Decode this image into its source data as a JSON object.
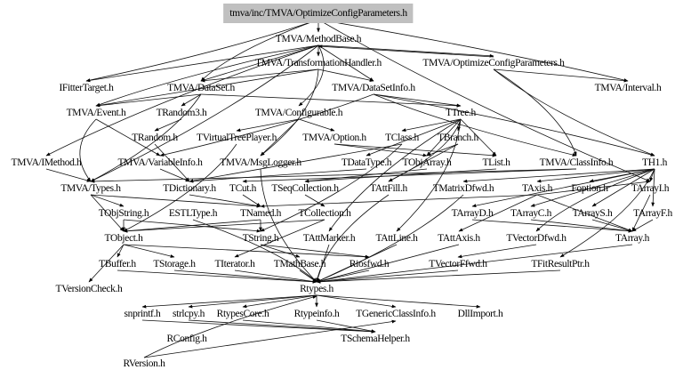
{
  "title": "tmva/inc/TMVA/OptimizeConfigParameters.h",
  "nodes": [
    "tmva/inc/TMVA/OptimizeConfigParameters.h",
    "TMVA/MethodBase.h",
    "TMVA/TransformationHandler.h",
    "TMVA/OptimizeConfigParameters.h",
    "IFitterTarget.h",
    "TMVA/DataSet.h",
    "TMVA/DataSetInfo.h",
    "TMVA/Interval.h",
    "TMVA/Event.h",
    "TRandom3.h",
    "TMVA/Configurable.h",
    "TTree.h",
    "TRandom.h",
    "TVirtualTreePlayer.h",
    "TMVA/Option.h",
    "TClass.h",
    "TBranch.h",
    "TMVA/IMethod.h",
    "TMVA/VariableInfo.h",
    "TMVA/MsgLogger.h",
    "TDataType.h",
    "TObjArray.h",
    "TList.h",
    "TMVA/ClassInfo.h",
    "TH1.h",
    "TMVA/Types.h",
    "TDictionary.h",
    "TCut.h",
    "TSeqCollection.h",
    "TAttFill.h",
    "TMatrixDfwd.h",
    "TAxis.h",
    "Foption.h",
    "TArrayI.h",
    "TObjString.h",
    "ESTLType.h",
    "TNamed.h",
    "TCollection.h",
    "TArrayD.h",
    "TArrayC.h",
    "TArrayS.h",
    "TArrayF.h",
    "TObject.h",
    "TString.h",
    "TAttMarker.h",
    "TAttLine.h",
    "TAttAxis.h",
    "TVectorDfwd.h",
    "TArray.h",
    "TBuffer.h",
    "TStorage.h",
    "TIterator.h",
    "TMathBase.h",
    "Riosfwd.h",
    "TVectorFfwd.h",
    "TFitResultPtr.h",
    "TVersionCheck.h",
    "Rtypes.h",
    "snprintf.h",
    "strlcpy.h",
    "RtypesCore.h",
    "Rtypeinfo.h",
    "TGenericClassInfo.h",
    "DllImport.h",
    "RConfig.h",
    "TSchemaHelper.h",
    "RVersion.h"
  ],
  "edges": [
    [
      0,
      1
    ],
    [
      0,
      4
    ],
    [
      0,
      5
    ],
    [
      0,
      7
    ],
    [
      0,
      33
    ],
    [
      1,
      2
    ],
    [
      1,
      3
    ],
    [
      1,
      4
    ],
    [
      1,
      5
    ],
    [
      1,
      6
    ],
    [
      1,
      8
    ],
    [
      1,
      10
    ],
    [
      1,
      17
    ],
    [
      1,
      25
    ],
    [
      2,
      5
    ],
    [
      2,
      6
    ],
    [
      2,
      8
    ],
    [
      2,
      19
    ],
    [
      3,
      1
    ],
    [
      3,
      7
    ],
    [
      3,
      24
    ],
    [
      3,
      23
    ],
    [
      5,
      8
    ],
    [
      5,
      9
    ],
    [
      5,
      11
    ],
    [
      5,
      25
    ],
    [
      6,
      11
    ],
    [
      6,
      18
    ],
    [
      6,
      23
    ],
    [
      6,
      24
    ],
    [
      8,
      25
    ],
    [
      8,
      18
    ],
    [
      9,
      12
    ],
    [
      10,
      14
    ],
    [
      10,
      19
    ],
    [
      10,
      13
    ],
    [
      11,
      15
    ],
    [
      11,
      16
    ],
    [
      11,
      20
    ],
    [
      11,
      21
    ],
    [
      11,
      22
    ],
    [
      11,
      29
    ],
    [
      11,
      44
    ],
    [
      11,
      45
    ],
    [
      12,
      26
    ],
    [
      13,
      42
    ],
    [
      14,
      21
    ],
    [
      14,
      22
    ],
    [
      15,
      26
    ],
    [
      15,
      43
    ],
    [
      16,
      21
    ],
    [
      16,
      29
    ],
    [
      17,
      25
    ],
    [
      18,
      26
    ],
    [
      19,
      57
    ],
    [
      20,
      26
    ],
    [
      21,
      28
    ],
    [
      22,
      28
    ],
    [
      23,
      27
    ],
    [
      23,
      25
    ],
    [
      24,
      31
    ],
    [
      24,
      32
    ],
    [
      24,
      33
    ],
    [
      24,
      38
    ],
    [
      24,
      39
    ],
    [
      24,
      40
    ],
    [
      24,
      41
    ],
    [
      24,
      30
    ],
    [
      24,
      47
    ],
    [
      24,
      55
    ],
    [
      25,
      34
    ],
    [
      25,
      36
    ],
    [
      25,
      42
    ],
    [
      26,
      36
    ],
    [
      27,
      36
    ],
    [
      28,
      37
    ],
    [
      29,
      57
    ],
    [
      30,
      57
    ],
    [
      31,
      36
    ],
    [
      31,
      33
    ],
    [
      31,
      46
    ],
    [
      31,
      48
    ],
    [
      33,
      48
    ],
    [
      34,
      42
    ],
    [
      34,
      43
    ],
    [
      35,
      57
    ],
    [
      36,
      42
    ],
    [
      36,
      43
    ],
    [
      37,
      42
    ],
    [
      37,
      51
    ],
    [
      38,
      48
    ],
    [
      39,
      48
    ],
    [
      40,
      48
    ],
    [
      41,
      48
    ],
    [
      42,
      49
    ],
    [
      42,
      50
    ],
    [
      42,
      53
    ],
    [
      42,
      56
    ],
    [
      43,
      52
    ],
    [
      43,
      53
    ],
    [
      44,
      57
    ],
    [
      45,
      57
    ],
    [
      46,
      57
    ],
    [
      47,
      54
    ],
    [
      48,
      57
    ],
    [
      49,
      57
    ],
    [
      50,
      57
    ],
    [
      51,
      57
    ],
    [
      52,
      57
    ],
    [
      53,
      57
    ],
    [
      54,
      57
    ],
    [
      55,
      57
    ],
    [
      56,
      67
    ],
    [
      57,
      58
    ],
    [
      57,
      59
    ],
    [
      57,
      60
    ],
    [
      57,
      61
    ],
    [
      57,
      62
    ],
    [
      57,
      63
    ],
    [
      58,
      65
    ],
    [
      59,
      65
    ],
    [
      60,
      65
    ],
    [
      61,
      65
    ],
    [
      66,
      62
    ],
    [
      66,
      57
    ],
    [
      65,
      67
    ]
  ]
}
